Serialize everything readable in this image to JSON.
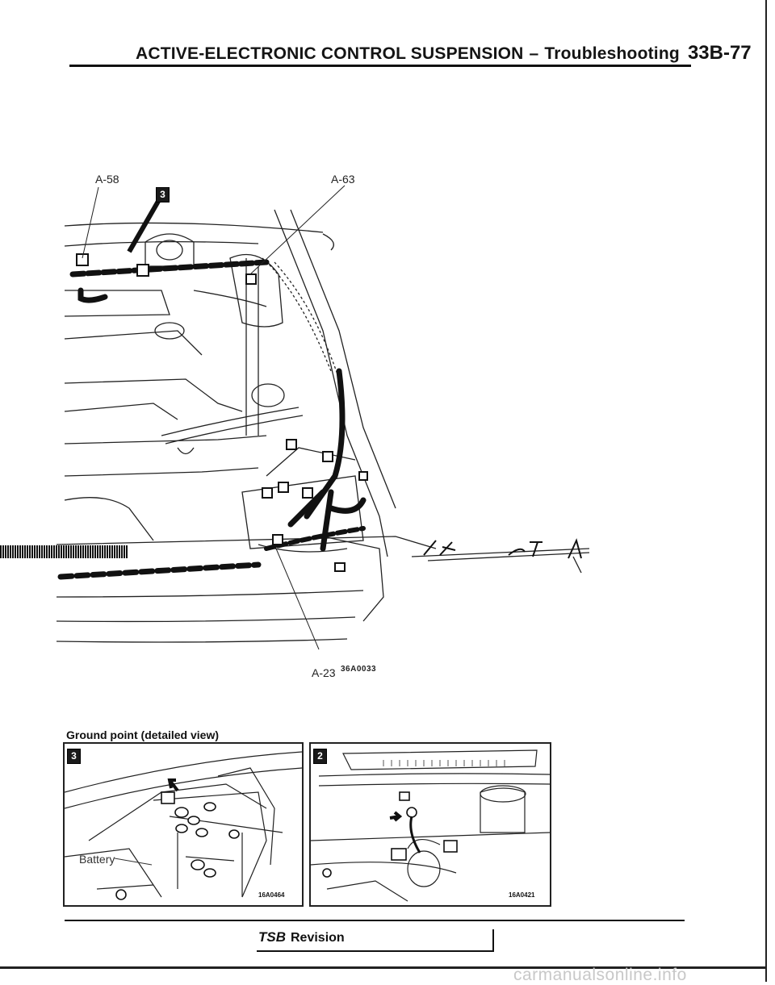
{
  "header": {
    "title": "ACTIVE-ELECTRONIC CONTROL SUSPENSION",
    "dash": "–",
    "section": "Troubleshooting",
    "page_number": "33B-77"
  },
  "main_figure": {
    "callouts": [
      "A-58",
      "A-63",
      "A-23"
    ],
    "figure_code": "36A0033",
    "badge": "3"
  },
  "detail": {
    "caption": "Ground point (detailed view)",
    "panels": [
      {
        "badge": "3",
        "figure_code": "16A0464",
        "label": "Battery"
      },
      {
        "badge": "2",
        "figure_code": "16A0421"
      }
    ]
  },
  "footer": {
    "tsb": "TSB",
    "revision": "Revision"
  },
  "watermark": "carmanualsonline.info"
}
